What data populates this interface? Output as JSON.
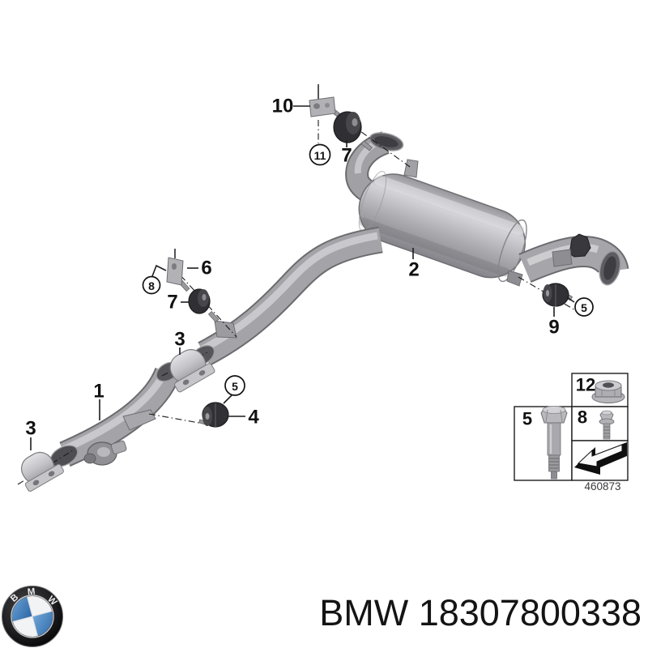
{
  "product": {
    "brand": "BMW",
    "part_number": "18307800338",
    "caption": "BMW 18307800338"
  },
  "logo": {
    "letters": [
      "B",
      "M",
      "W"
    ],
    "colors": {
      "ring": "#101012",
      "blue": "#3a74b4",
      "white": "#f2f3f5"
    }
  },
  "diagram": {
    "drawing_number": "460873",
    "callouts": [
      {
        "text": "10",
        "style": "plain"
      },
      {
        "text": "11",
        "style": "circled"
      },
      {
        "text": "7",
        "style": "plain"
      },
      {
        "text": "2",
        "style": "plain"
      },
      {
        "text": "6",
        "style": "plain"
      },
      {
        "text": "8",
        "style": "circled"
      },
      {
        "text": "7",
        "style": "plain"
      },
      {
        "text": "3",
        "style": "plain"
      },
      {
        "text": "5",
        "style": "circled"
      },
      {
        "text": "4",
        "style": "plain"
      },
      {
        "text": "1",
        "style": "plain"
      },
      {
        "text": "3",
        "style": "plain"
      },
      {
        "text": "9",
        "style": "plain"
      },
      {
        "text": "5",
        "style": "circled"
      }
    ],
    "parts_box": {
      "cells": [
        {
          "label": "5",
          "icon": "shoulder-bolt-icon"
        },
        {
          "label": "12",
          "icon": "flange-nut-icon"
        },
        {
          "label": "8",
          "icon": "screw-icon"
        },
        {
          "label": "",
          "icon": "direction-arrow-icon"
        }
      ]
    }
  }
}
